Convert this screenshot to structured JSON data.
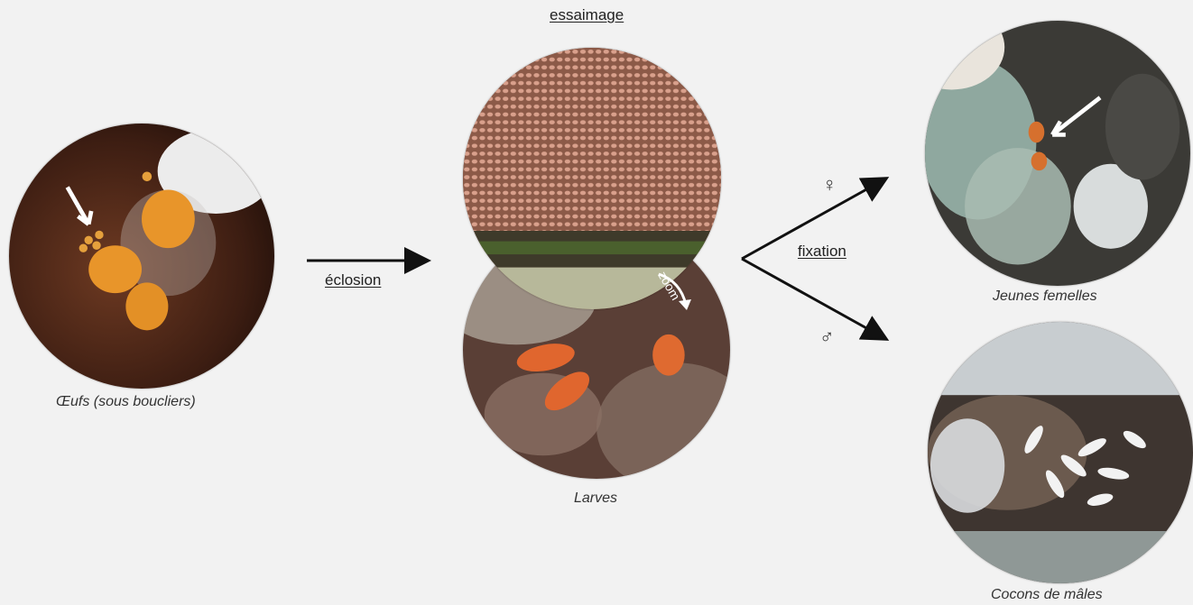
{
  "labels": {
    "swarming": "essaimage",
    "hatching": "éclosion",
    "fixation": "fixation",
    "zoom": "zoom",
    "female_symbol": "♀",
    "male_symbol": "♂"
  },
  "captions": {
    "eggs": "Œufs (sous boucliers)",
    "larvae": "Larves",
    "young_females": "Jeunes femelles",
    "male_cocoons": "Cocons de mâles"
  },
  "colors": {
    "background": "#f2f2f2",
    "arrow": "#111111",
    "egg_orange": "#e8952a",
    "larva_orange": "#e0662e"
  }
}
